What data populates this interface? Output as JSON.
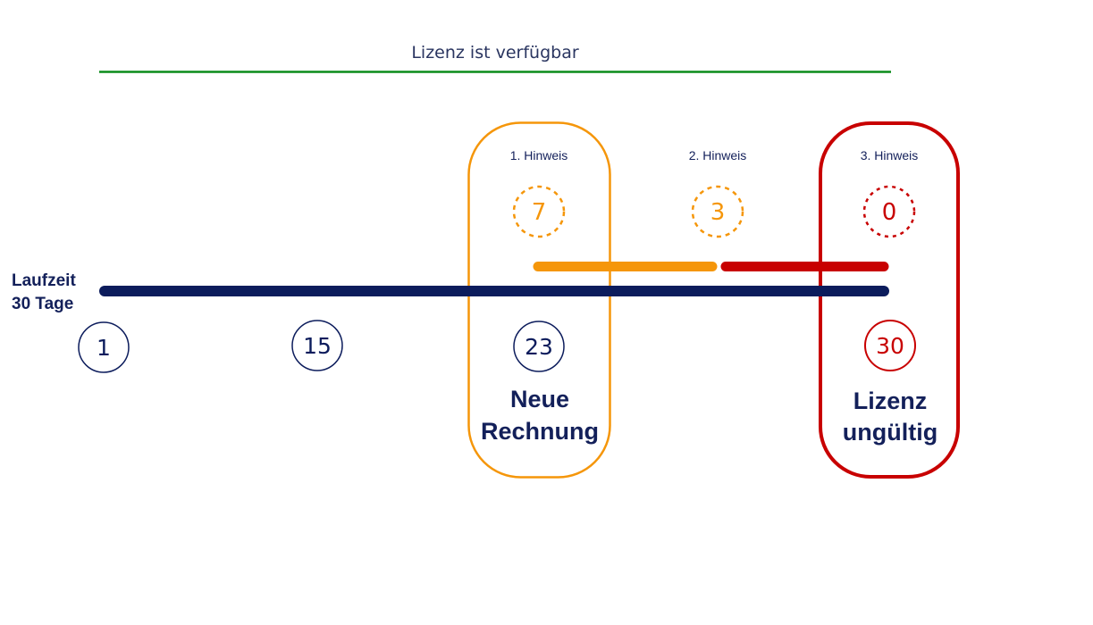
{
  "header": {
    "title": "Lizenz ist verfügbar"
  },
  "colors": {
    "available_line": "#0a8c1a",
    "navy": "#0c1c5c",
    "orange": "#f5960a",
    "red": "#c80000"
  },
  "duration": {
    "line1": "Laufzeit",
    "line2": "30 Tage",
    "days_total": 30
  },
  "hints": [
    {
      "label": "1. Hinweis",
      "days_left": "7",
      "color": "orange"
    },
    {
      "label": "2. Hinweis",
      "days_left": "3",
      "color": "orange"
    },
    {
      "label": "3. Hinweis",
      "days_left": "0",
      "color": "red"
    }
  ],
  "days": [
    {
      "value": "1"
    },
    {
      "value": "15"
    },
    {
      "value": "23"
    },
    {
      "value": "30"
    }
  ],
  "milestones": [
    {
      "day": "23",
      "line1": "Neue",
      "line2": "Rechnung",
      "color": "orange"
    },
    {
      "day": "30",
      "line1": "Lizenz",
      "line2": "ungültig",
      "color": "red"
    }
  ],
  "segments": [
    {
      "name": "warning-period",
      "from_day": 23,
      "to_day": 27,
      "color": "orange"
    },
    {
      "name": "final-warning-period",
      "from_day": 27,
      "to_day": 30,
      "color": "red"
    }
  ]
}
